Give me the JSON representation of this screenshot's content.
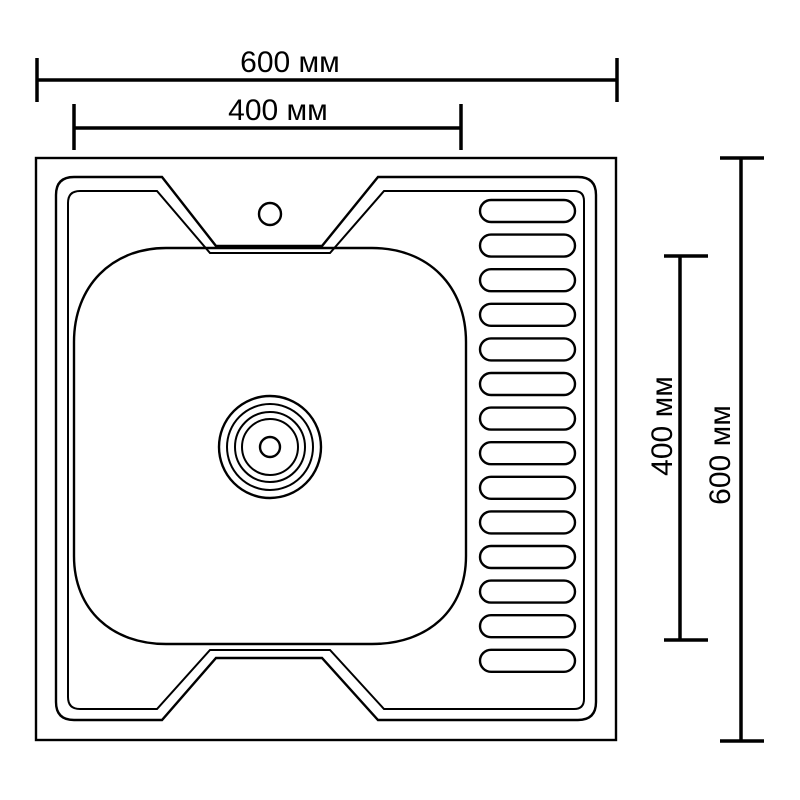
{
  "dimensions": {
    "total_width": "600 мм",
    "bowl_width": "400 мм",
    "bowl_depth": "400 мм",
    "total_depth": "600 мм"
  },
  "drainboard_ribs": 14
}
